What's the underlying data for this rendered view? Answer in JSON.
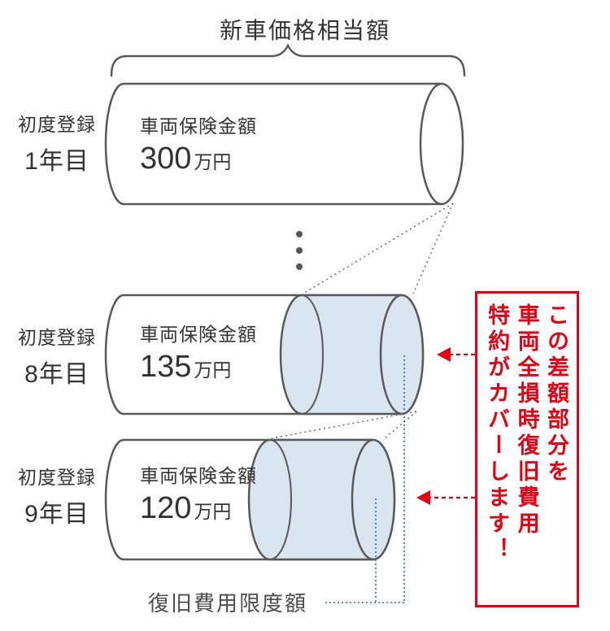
{
  "title": "新車価格相当額",
  "rows": [
    {
      "reg_label": "初度登録",
      "year": "1年目",
      "amount_label": "車両保険金額",
      "amount_value": "300",
      "amount_unit": "万円"
    },
    {
      "reg_label": "初度登録",
      "year": "8年目",
      "amount_label": "車両保険金額",
      "amount_value": "135",
      "amount_unit": "万円"
    },
    {
      "reg_label": "初度登録",
      "year": "9年目",
      "amount_label": "車両保険金額",
      "amount_value": "120",
      "amount_unit": "万円"
    }
  ],
  "callout": {
    "lines": [
      "この差額部分を",
      "車両全損時復旧費用",
      "特約がカバーします！"
    ]
  },
  "footer_label": "復旧費用限度額",
  "colors": {
    "outline": "#595959",
    "diff_fill": "#d9e6f0",
    "accent_red": "#e60012",
    "guide_blue": "#1e6fb8",
    "text": "#333333"
  }
}
